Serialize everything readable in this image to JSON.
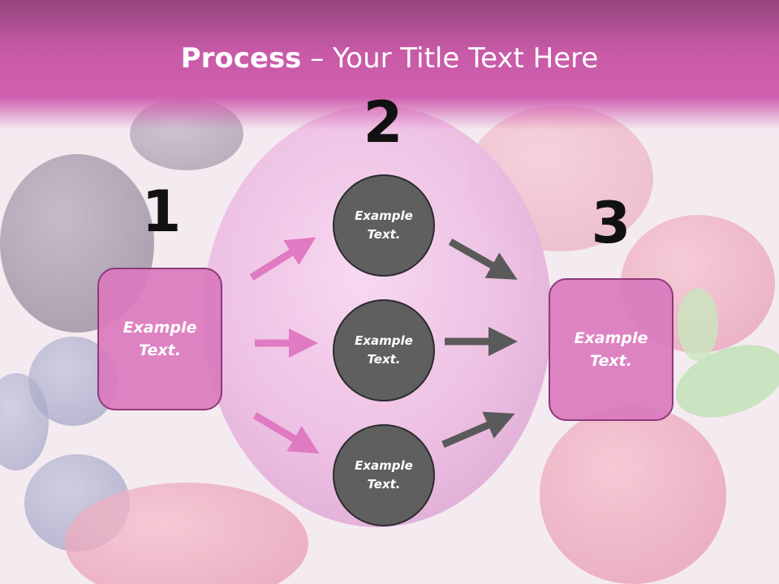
{
  "title": {
    "bold": "Process",
    "rest": " – Your Title Text Here"
  },
  "steps": {
    "one": "1",
    "two": "2",
    "three": "3"
  },
  "left_box": {
    "line1": "Example",
    "line2": "Text."
  },
  "right_box": {
    "line1": "Example",
    "line2": "Text."
  },
  "circles": [
    {
      "line1": "Example",
      "line2": "Text."
    },
    {
      "line1": "Example",
      "line2": "Text."
    },
    {
      "line1": "Example",
      "line2": "Text."
    }
  ],
  "colors": {
    "header": "#c85aa7",
    "box_fill": "#da7abe",
    "box_border": "#8e3a7a",
    "circle_fill": "#5f5f5f",
    "pink_arrow": "#e07ac2",
    "gray_arrow": "#5a5a5a"
  }
}
